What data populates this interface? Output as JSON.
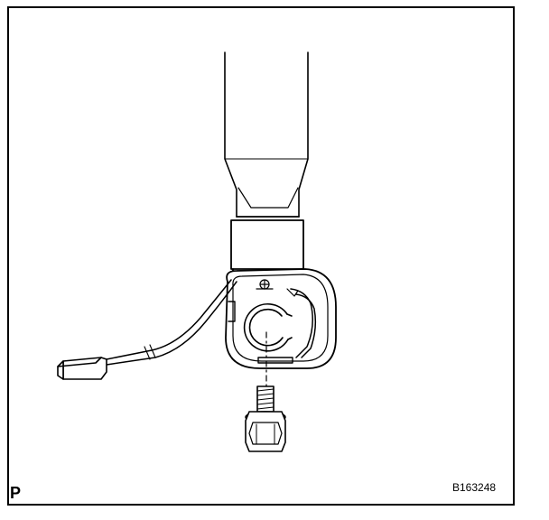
{
  "figure": {
    "corner_label": "P",
    "figure_code": "B163248"
  },
  "colors": {
    "line": "#000000",
    "background": "#ffffff"
  },
  "icons": {
    "figure_panel": "seat-belt-anchor-with-bolt-illustration"
  }
}
